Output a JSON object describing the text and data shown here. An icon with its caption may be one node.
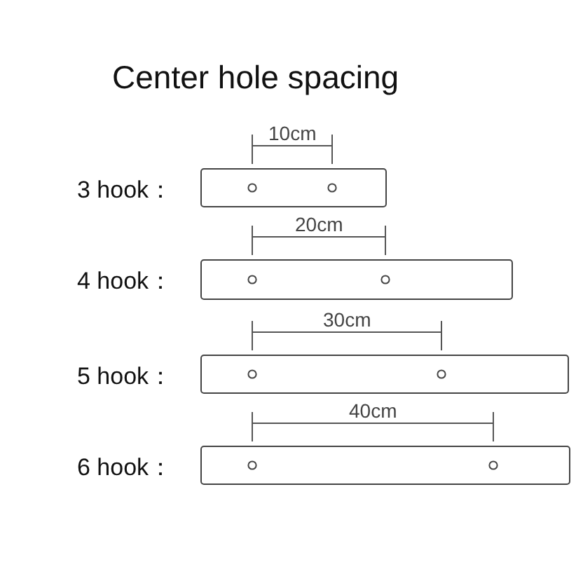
{
  "diagram": {
    "title": "Center hole spacing",
    "nodes": [
      {
        "text": [],
        "shape": "bar",
        "beside": [
          "3 hook："
        ]
      },
      {
        "text": [],
        "shape": "bar",
        "beside": [
          "4 hook："
        ]
      },
      {
        "text": [],
        "shape": "bar",
        "beside": [
          "5 hook："
        ]
      },
      {
        "text": [],
        "shape": "bar",
        "beside": [
          "6 hook："
        ]
      }
    ],
    "labels": [
      "10cm",
      "20cm",
      "30cm",
      "40cm"
    ]
  }
}
